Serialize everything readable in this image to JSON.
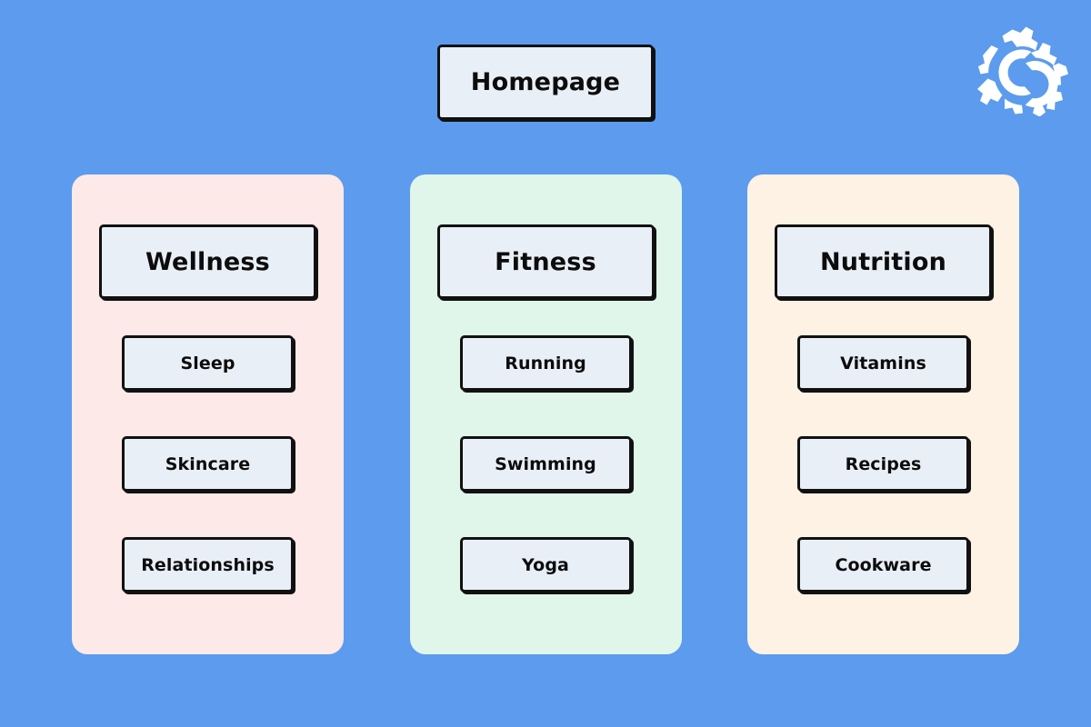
{
  "canvas": {
    "background_color": "#5C9BEE",
    "node_fill_color": "#E9EFF7",
    "node_border_color": "#111111"
  },
  "logo": {
    "icon": "double-gear-icon",
    "color": "#FFFFFF"
  },
  "root": {
    "label": "Homepage"
  },
  "columns": [
    {
      "id": "wellness",
      "background_color": "#FDE9E7",
      "header": {
        "label": "Wellness"
      },
      "children": [
        {
          "label": "Sleep"
        },
        {
          "label": "Skincare"
        },
        {
          "label": "Relationships"
        }
      ]
    },
    {
      "id": "fitness",
      "background_color": "#E0F6EA",
      "header": {
        "label": "Fitness"
      },
      "children": [
        {
          "label": "Running"
        },
        {
          "label": "Swimming"
        },
        {
          "label": "Yoga"
        }
      ]
    },
    {
      "id": "nutrition",
      "background_color": "#FDF2E3",
      "header": {
        "label": "Nutrition"
      },
      "children": [
        {
          "label": "Vitamins"
        },
        {
          "label": "Recipes"
        },
        {
          "label": "Cookware"
        }
      ]
    }
  ]
}
